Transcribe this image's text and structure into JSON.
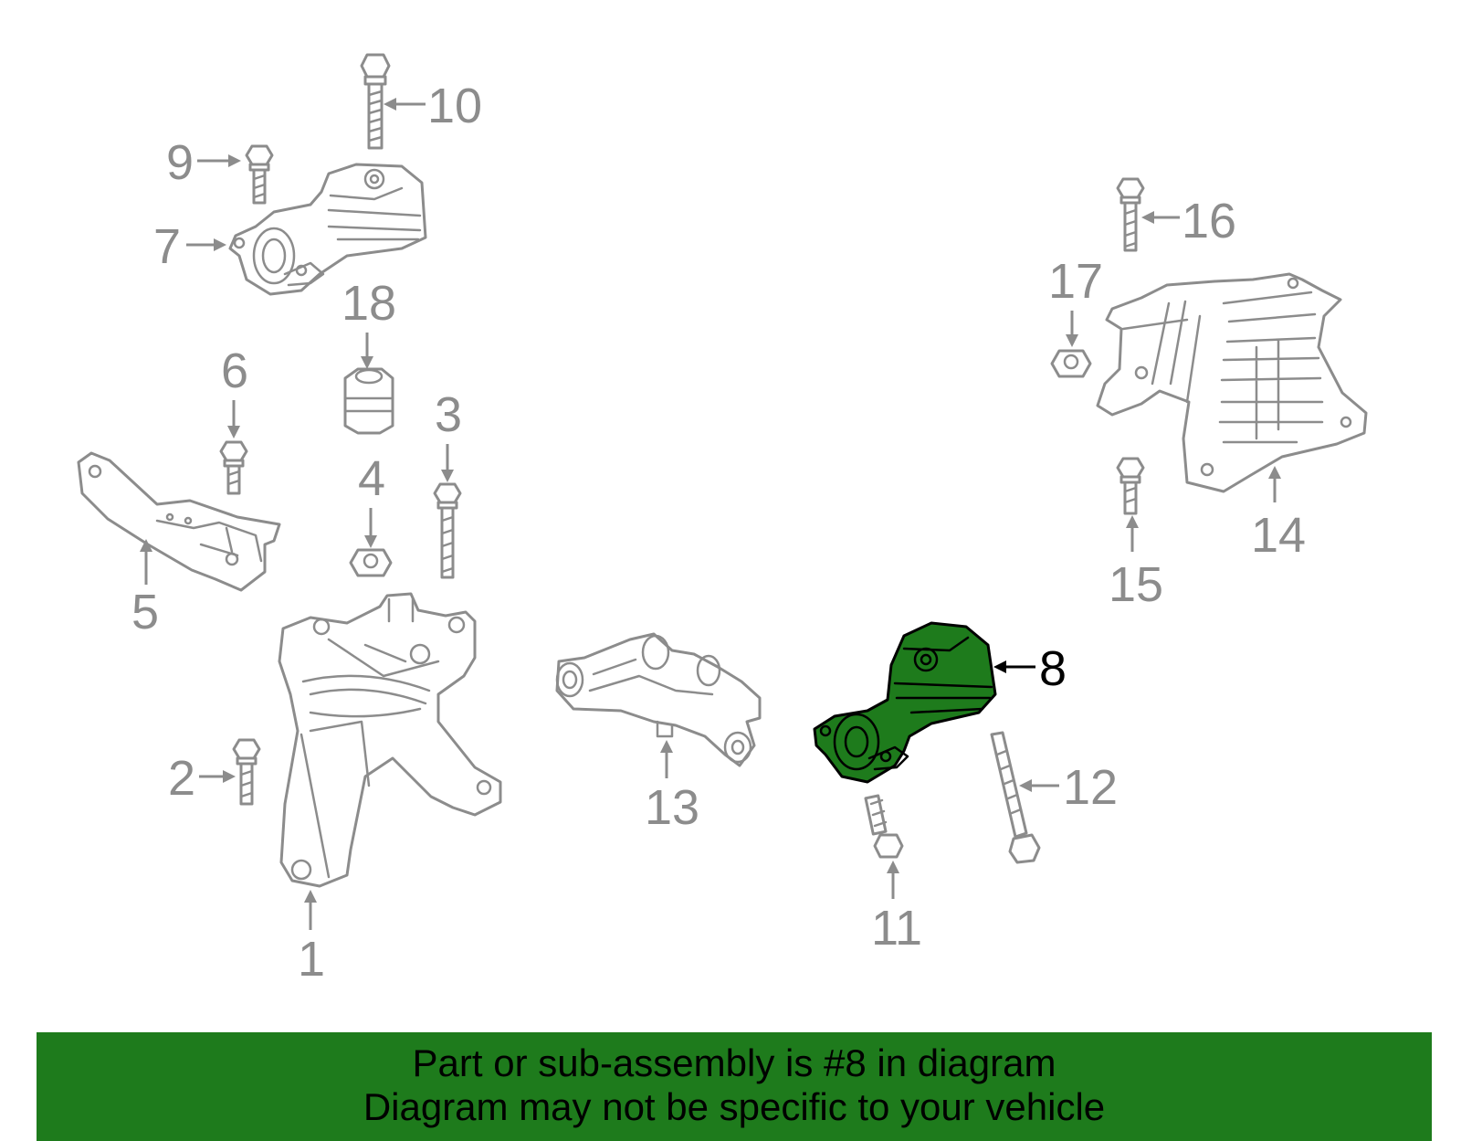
{
  "callouts": [
    "1",
    "2",
    "3",
    "4",
    "5",
    "6",
    "7",
    "8",
    "9",
    "10",
    "11",
    "12",
    "13",
    "14",
    "15",
    "16",
    "17",
    "18"
  ],
  "highlighted_part": "8",
  "colors": {
    "highlight": "#1e7b1c",
    "part_outline": "#8c8c8c",
    "highlight_outline": "#000000",
    "banner": "#1e7b1c"
  },
  "banner": {
    "line1": "Part or sub-assembly is #8 in diagram",
    "line2": "Diagram may not be specific to your vehicle"
  }
}
